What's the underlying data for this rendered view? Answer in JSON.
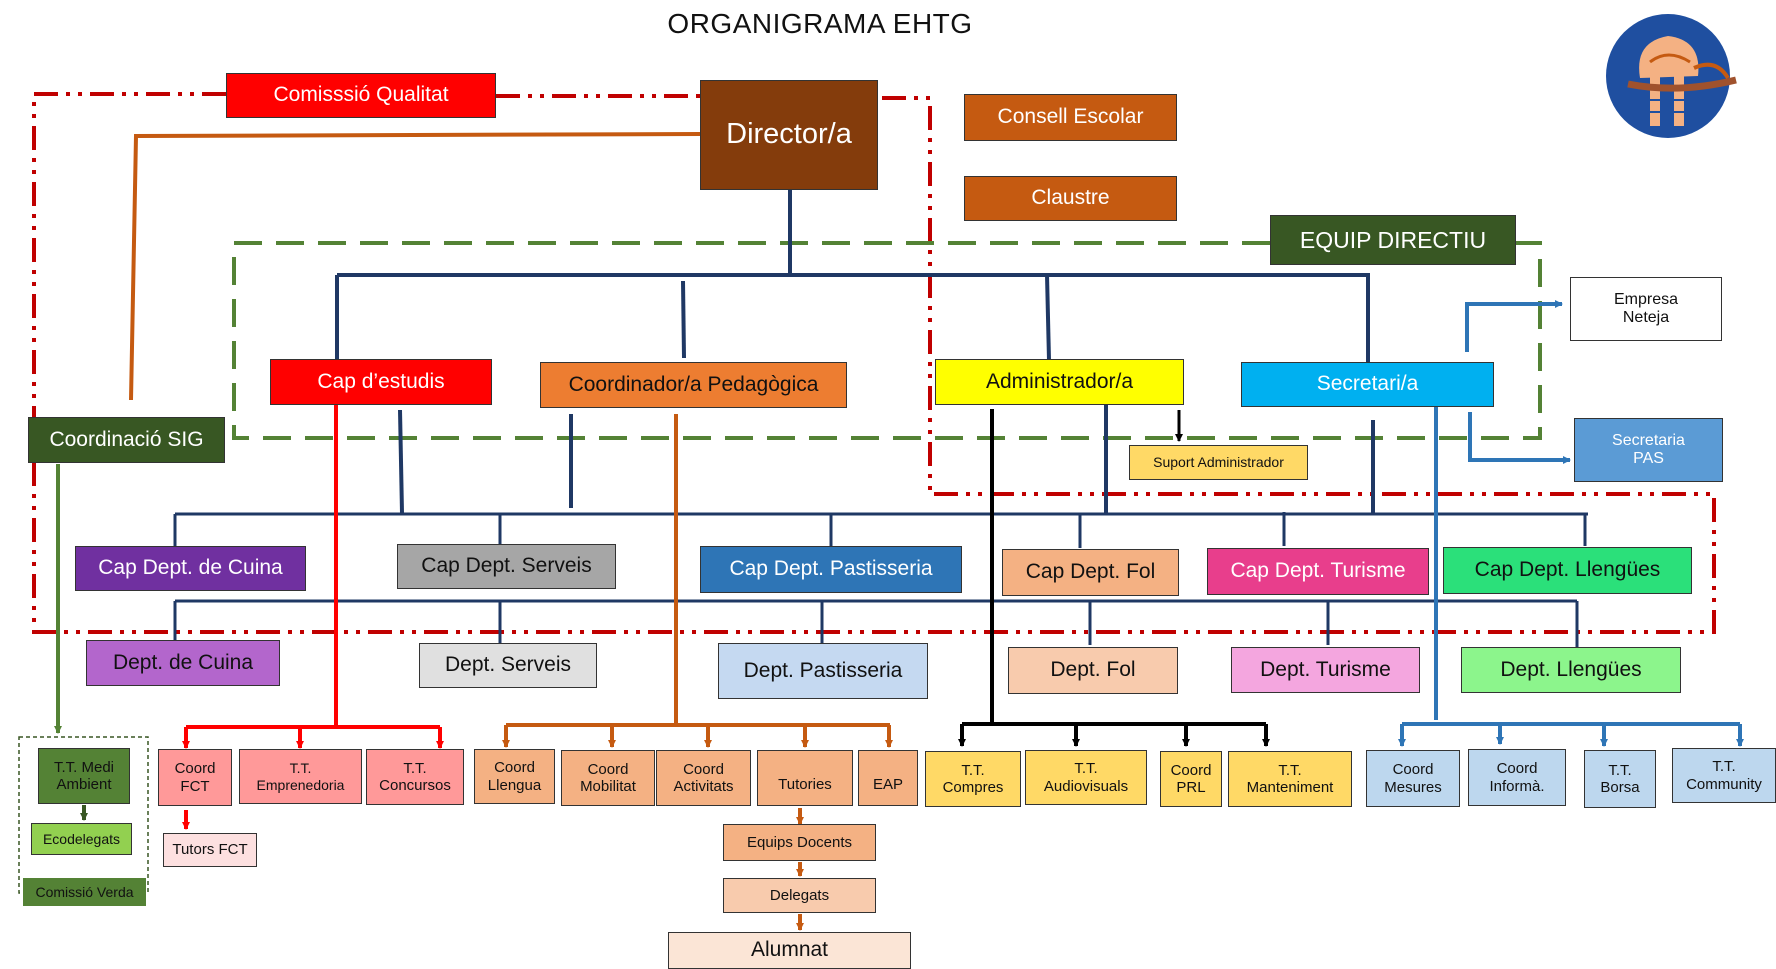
{
  "title": "ORGANIGRAMA  EHTG",
  "colors": {
    "director": "#843C0C",
    "orange_dark": "#C55A11",
    "red": "#FF0000",
    "green_dark": "#385723",
    "yellow": "#FFFF00",
    "cyan": "#00B0F0",
    "navy_line": "#1F3864",
    "blue_line": "#2E75B6",
    "orange_line": "#C55A11",
    "dash_red": "#C00000",
    "dash_green": "#548235"
  },
  "nodes": {
    "director": "Director/a",
    "comissio_qualitat": "Comisssió Qualitat",
    "consell_escolar": "Consell Escolar",
    "claustre": "Claustre",
    "equip_directiu": "EQUIP DIRECTIU",
    "empresa_neteja_1": "Empresa",
    "empresa_neteja_2": "Neteja",
    "cap_estudis": "Cap d’estudis",
    "coord_pedagogica": "Coordinador/a Pedagògica",
    "administrador": "Administrador/a",
    "secretari": "Secretari/a",
    "coord_sig": "Coordinació SIG",
    "suport_administrador": "Suport Administrador",
    "secretaria_pas_1": "Secretaria",
    "secretaria_pas_2": "PAS",
    "cap_cuina": "Cap Dept. de Cuina",
    "cap_serveis": "Cap Dept.  Serveis",
    "cap_pastisseria": "Cap Dept. Pastisseria",
    "cap_fol": "Cap Dept. Fol",
    "cap_turisme": "Cap Dept. Turisme",
    "cap_llengues": "Cap Dept. Llengües",
    "dept_cuina": "Dept. de Cuina",
    "dept_serveis": "Dept.  Serveis",
    "dept_pastisseria": "Dept. Pastisseria",
    "dept_fol": "Dept. Fol",
    "dept_turisme": "Dept. Turisme",
    "dept_llengues": "Dept. Llengües",
    "tt_medi_1": "T.T. Medi",
    "tt_medi_2": "Ambient",
    "ecodelegats": "Ecodelegats",
    "comissio_verda": "Comissió Verda",
    "coord_fct_1": "Coord",
    "coord_fct_2": "FCT",
    "tt_emprenedoria_1": "T.T.",
    "tt_emprenedoria_2": "Emprenedoria",
    "tt_concursos_1": "T.T.",
    "tt_concursos_2": "Concursos",
    "tutors_fct": "Tutors FCT",
    "coord_llengua_1": "Coord",
    "coord_llengua_2": "Llengua",
    "coord_mobilitat_1": "Coord",
    "coord_mobilitat_2": "Mobilitat",
    "coord_activitats_1": "Coord",
    "coord_activitats_2": "Activitats",
    "tutories": "Tutories",
    "eap": "EAP",
    "equips_docents": "Equips Docents",
    "delegats": "Delegats",
    "alumnat": "Alumnat",
    "tt_compres_1": "T.T.",
    "tt_compres_2": "Compres",
    "tt_audiovisuals_1": "T.T.",
    "tt_audiovisuals_2": "Audiovisuals",
    "coord_prl_1": "Coord",
    "coord_prl_2": "PRL",
    "tt_manteniment_1": "T.T.",
    "tt_manteniment_2": "Manteniment",
    "coord_mesures_1": "Coord",
    "coord_mesures_2": "Mesures",
    "coord_informa_1": "Coord",
    "coord_informa_2": "Informà.",
    "tt_borsa_1": "T.T.",
    "tt_borsa_2": "Borsa",
    "tt_community_1": "T.T.",
    "tt_community_2": "Community"
  }
}
